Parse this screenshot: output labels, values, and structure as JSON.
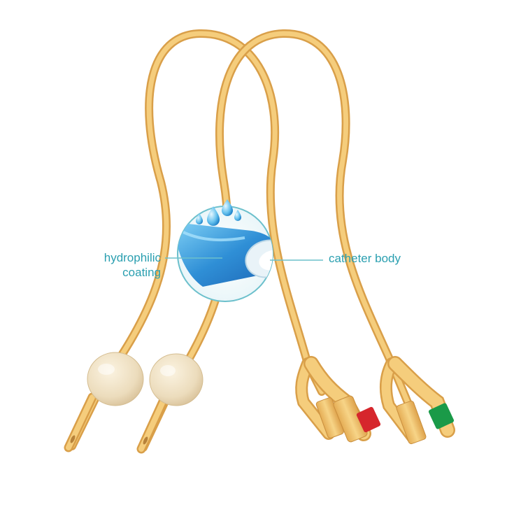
{
  "labels": {
    "left": {
      "line1": "hydrophilic",
      "line2": "coating"
    },
    "right": "catheter body"
  },
  "colors": {
    "background": "#ffffff",
    "tube": "#f3c56f",
    "tube_shade": "#d9a24a",
    "balloon": "#efe0c2",
    "label_text": "#2a9fb0",
    "callout_ring": "#6cc0cc",
    "coating_blue": "#2f8fd6",
    "cap_red": "#d6262c",
    "cap_green": "#1a9a48"
  }
}
